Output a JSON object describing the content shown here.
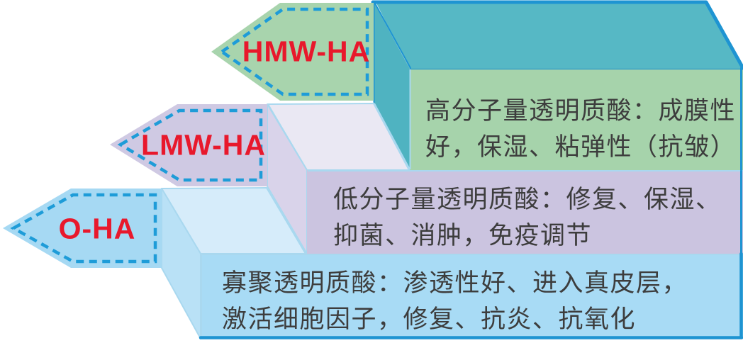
{
  "colors": {
    "top_face_teal": "#56b8c5",
    "side_face_teal": "#4fb3c1",
    "front_green": "#a6d3ab",
    "arrow_green": "#a8d4ad",
    "top_face_white": "#eae8f3",
    "side_face_lavender": "#d9d3ea",
    "front_purple": "#cbc4e0",
    "arrow_purple": "#cfc9e3",
    "top_face_lightblue": "#d6ecfa",
    "side_face_blue": "#b9e1f6",
    "front_blue": "#a8dbf5",
    "arrow_blue": "#a6d9f3",
    "border_strong": "#1e94d2",
    "border_light": "#a9d8ef",
    "border_teal": "#3da2c4",
    "dash_blue": "#1e9cd8",
    "label_red": "#e8182c",
    "text_dark": "#3d3d3d"
  },
  "layers": [
    {
      "id": "hmw",
      "arrow_label": "HMW-HA",
      "description_line1": "高分子量透明质酸：成膜性",
      "description_line2": "好，保湿、粘弹性（抗皱）"
    },
    {
      "id": "lmw",
      "arrow_label": "LMW-HA",
      "description_line1": "低分子量透明质酸：修复、保湿、",
      "description_line2": "抑菌、消肿，免疫调节"
    },
    {
      "id": "oha",
      "arrow_label": "O-HA",
      "description_line1": "寡聚透明质酸：渗透性好、进入真皮层，",
      "description_line2": "激活细胞因子，修复、抗炎、抗氧化"
    }
  ]
}
